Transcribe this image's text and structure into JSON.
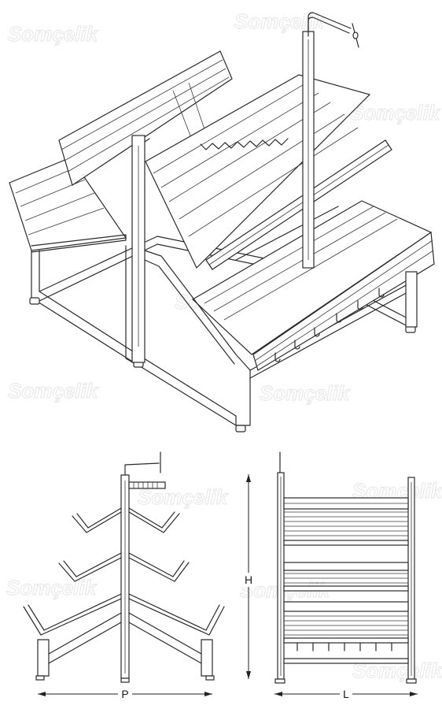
{
  "watermark": {
    "brand": "Somçelik"
  },
  "dimensions": {
    "height_label": "H",
    "depth_label": "P",
    "length_label": "L"
  }
}
